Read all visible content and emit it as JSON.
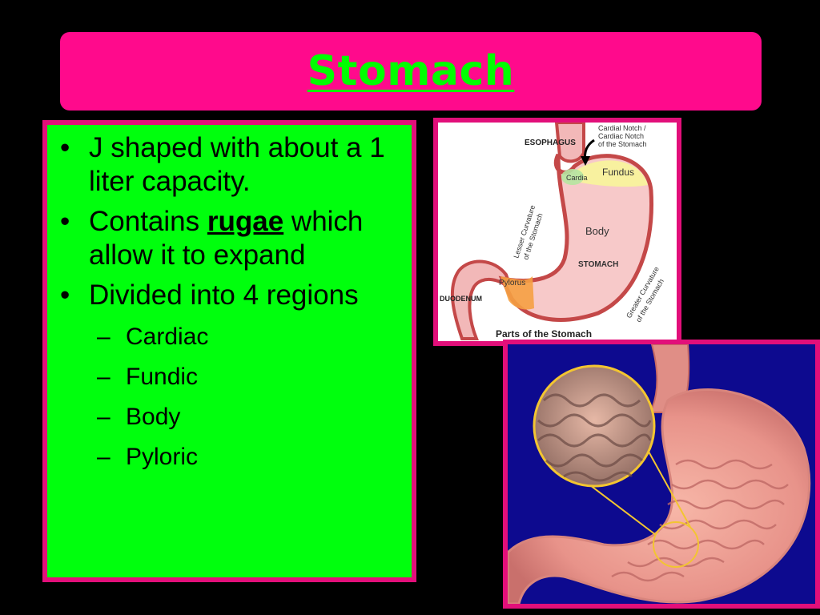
{
  "slide": {
    "title": "Stomach",
    "bullets": [
      {
        "text": "J shaped with about a 1 liter capacity."
      },
      {
        "text_before": "Contains ",
        "emph": "rugae",
        "text_after": " which allow it to expand"
      },
      {
        "text": "Divided into 4 regions",
        "sub_items": [
          "Cardiac",
          "Fundic",
          "Body",
          "Pyloric"
        ]
      }
    ]
  },
  "diagram": {
    "caption": "Parts of the Stomach",
    "labels": {
      "esophagus": "ESOPHAGUS",
      "cardiac_notch_1": "Cardial Notch /",
      "cardiac_notch_2": "Cardiac Notch",
      "cardiac_notch_3": "of the Stomach",
      "cardia": "Cardia",
      "fundus": "Fundus",
      "body": "Body",
      "stomach": "STOMACH",
      "pylorus": "Pylorus",
      "duodenum": "DUODENUM",
      "lesser_1": "Lesser Curvature",
      "lesser_2": "of the Stomach",
      "greater_1": "Greater Curvature",
      "greater_2": "of the Stomach"
    }
  },
  "colors": {
    "background": "#000000",
    "title_bar": "#ff0a8c",
    "title_text": "#00ff00",
    "content_box": "#00ff0d",
    "frame_border": "#e20f7a"
  }
}
